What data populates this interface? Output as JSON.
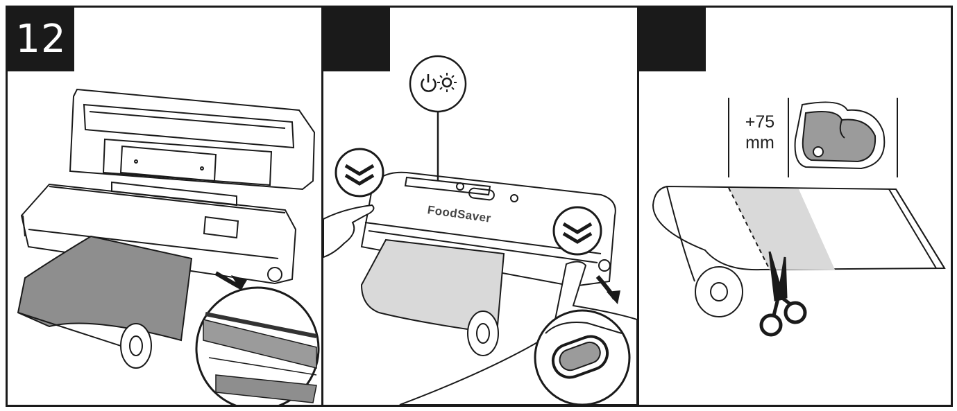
{
  "steps": [
    {
      "number": "12"
    },
    {
      "number": ""
    },
    {
      "number": ""
    }
  ],
  "device": {
    "brand_label": "FoodSaver"
  },
  "measurement": {
    "value": "+75",
    "unit": "mm"
  },
  "icons": {
    "panel1": [
      "vacuum-sealer-open-icon",
      "bag-roll-icon",
      "magnifier-detail-icon"
    ],
    "panel2": [
      "power-light-icon",
      "press-down-chevron-icon",
      "press-down-chevron-icon",
      "hand-icon",
      "cutter-button-detail-icon",
      "bag-roll-icon"
    ],
    "panel3": [
      "meat-steak-icon",
      "bag-roll-icon",
      "scissors-icon"
    ]
  },
  "colors": {
    "ink": "#1a1a1a",
    "film_grey": "#8e8e8e",
    "light_grey": "#d9d9d9"
  }
}
